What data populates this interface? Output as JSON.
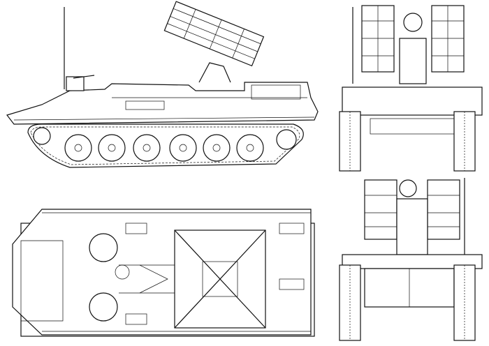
{
  "drawing": {
    "views": [
      "side",
      "front",
      "top",
      "rear"
    ],
    "line_color": "#111111",
    "background_color": "#ffffff"
  }
}
